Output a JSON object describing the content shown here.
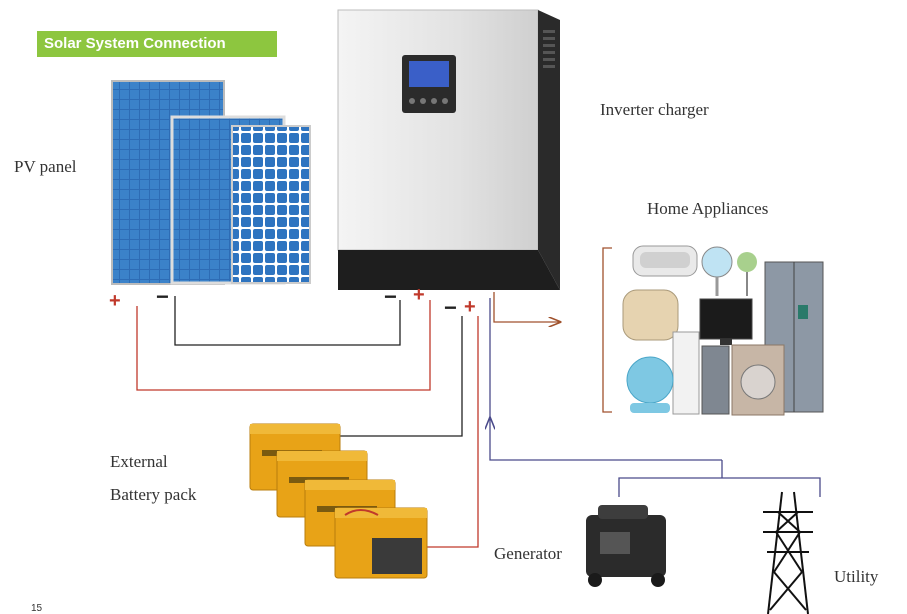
{
  "banner_title": "Solar System Connection",
  "labels": {
    "pv_panel": "PV panel",
    "inverter": "Inverter charger",
    "appliances": "Home Appliances",
    "battery_line1": "External",
    "battery_line2": "Battery pack",
    "generator": "Generator",
    "utility": "Utility"
  },
  "terminals": {
    "pv_plus": "+",
    "pv_minus": "−",
    "inv_pv_minus": "−",
    "inv_pv_plus": "+",
    "inv_bat_minus": "−",
    "inv_bat_plus": "+"
  },
  "page_number": "15",
  "colors": {
    "banner": "#8dc63f",
    "positive_wire": "#c0392b",
    "negative_wire": "#222222",
    "output_wire": "#a0522d",
    "ac_input_wire": "#4a4a8a",
    "battery": "#e8a317"
  }
}
